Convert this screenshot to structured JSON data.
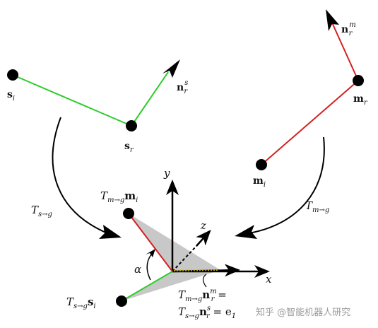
{
  "labels": {
    "s_i": "s",
    "s_i_sub": "i",
    "s_r": "s",
    "s_r_sub": "r",
    "n_rs": "n",
    "n_rs_sub": "r",
    "n_rs_sup": "s",
    "n_rm": "n",
    "n_rm_sub": "r",
    "n_rm_sup": "m",
    "m_r": "m",
    "m_r_sub": "r",
    "m_i": "m",
    "m_i_sub": "i",
    "T_sg": "T",
    "T_sg_sub": "s→g",
    "T_mg": "T",
    "T_mg_sub": "m→g",
    "T_mg_mi_T": "T",
    "T_mg_mi_sub": "m→g",
    "T_mg_mi_m": "m",
    "T_mg_mi_msub": "i",
    "T_sg_si_T": "T",
    "T_sg_si_sub": "s→g",
    "T_sg_si_s": "s",
    "T_sg_si_ssub": "i",
    "axis_y": "y",
    "axis_z": "z",
    "axis_x": "x",
    "alpha": "α",
    "eq_line1_T": "T",
    "eq_line1_sub": "m→g",
    "eq_line1_n": "n",
    "eq_line1_nsub": "r",
    "eq_line1_nsup": "m",
    "eq_line1_eq": " =",
    "eq_line2_T": "T",
    "eq_line2_sub": "s→g",
    "eq_line2_n": "n",
    "eq_line2_nsub": "r",
    "eq_line2_nsup": "s",
    "eq_line2_eq": " = e",
    "eq_line2_esub": "1"
  },
  "watermark": "知乎 @智能机器人研究",
  "colors": {
    "green": "#2ecc2e",
    "red": "#d42020",
    "black": "#000000",
    "gray_fill": "#c8c8c8",
    "dotted": "#b8a000"
  }
}
